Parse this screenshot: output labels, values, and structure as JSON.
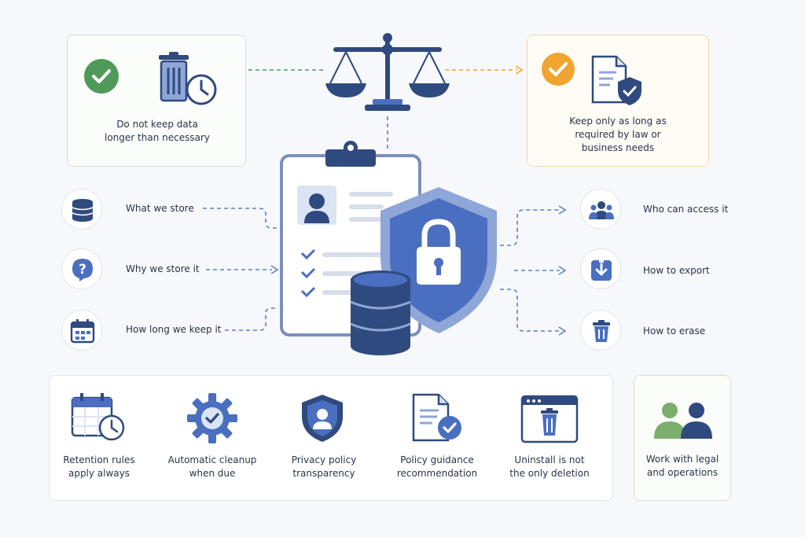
{
  "top_left": {
    "label": "Do not keep data\nlonger than necessary"
  },
  "top_right": {
    "label": "Keep only as long as\nrequired by law or\nbusiness needs"
  },
  "left_items": [
    {
      "label": "What we store",
      "icon": "database-icon"
    },
    {
      "label": "Why we store it",
      "icon": "question-icon"
    },
    {
      "label": "How long we keep it",
      "icon": "calendar-icon"
    }
  ],
  "right_items": [
    {
      "label": "Who can access it",
      "icon": "users-icon"
    },
    {
      "label": "How to export",
      "icon": "export-icon"
    },
    {
      "label": "How to erase",
      "icon": "trash-icon"
    }
  ],
  "steps": [
    {
      "label": "Retention rules\napply always",
      "icon": "calendar-clock-icon"
    },
    {
      "label": "Automatic cleanup\nwhen due",
      "icon": "gear-check-icon"
    },
    {
      "label": "Privacy policy\ntransparency",
      "icon": "shield-user-icon"
    },
    {
      "label": "Policy guidance\nrecommendation",
      "icon": "document-check-icon"
    },
    {
      "label": "Uninstall is not\nthe only deletion",
      "icon": "window-trash-icon"
    }
  ],
  "side_box": {
    "label": "Work with legal\nand operations",
    "icon": "team-icon"
  },
  "colors": {
    "navy": "#2f4a7e",
    "blue": "#4a6fc0",
    "light_blue": "#dbe4f5",
    "green": "#4f9a5a",
    "orange": "#f0a531",
    "dash_blue": "#5d7fc2"
  }
}
